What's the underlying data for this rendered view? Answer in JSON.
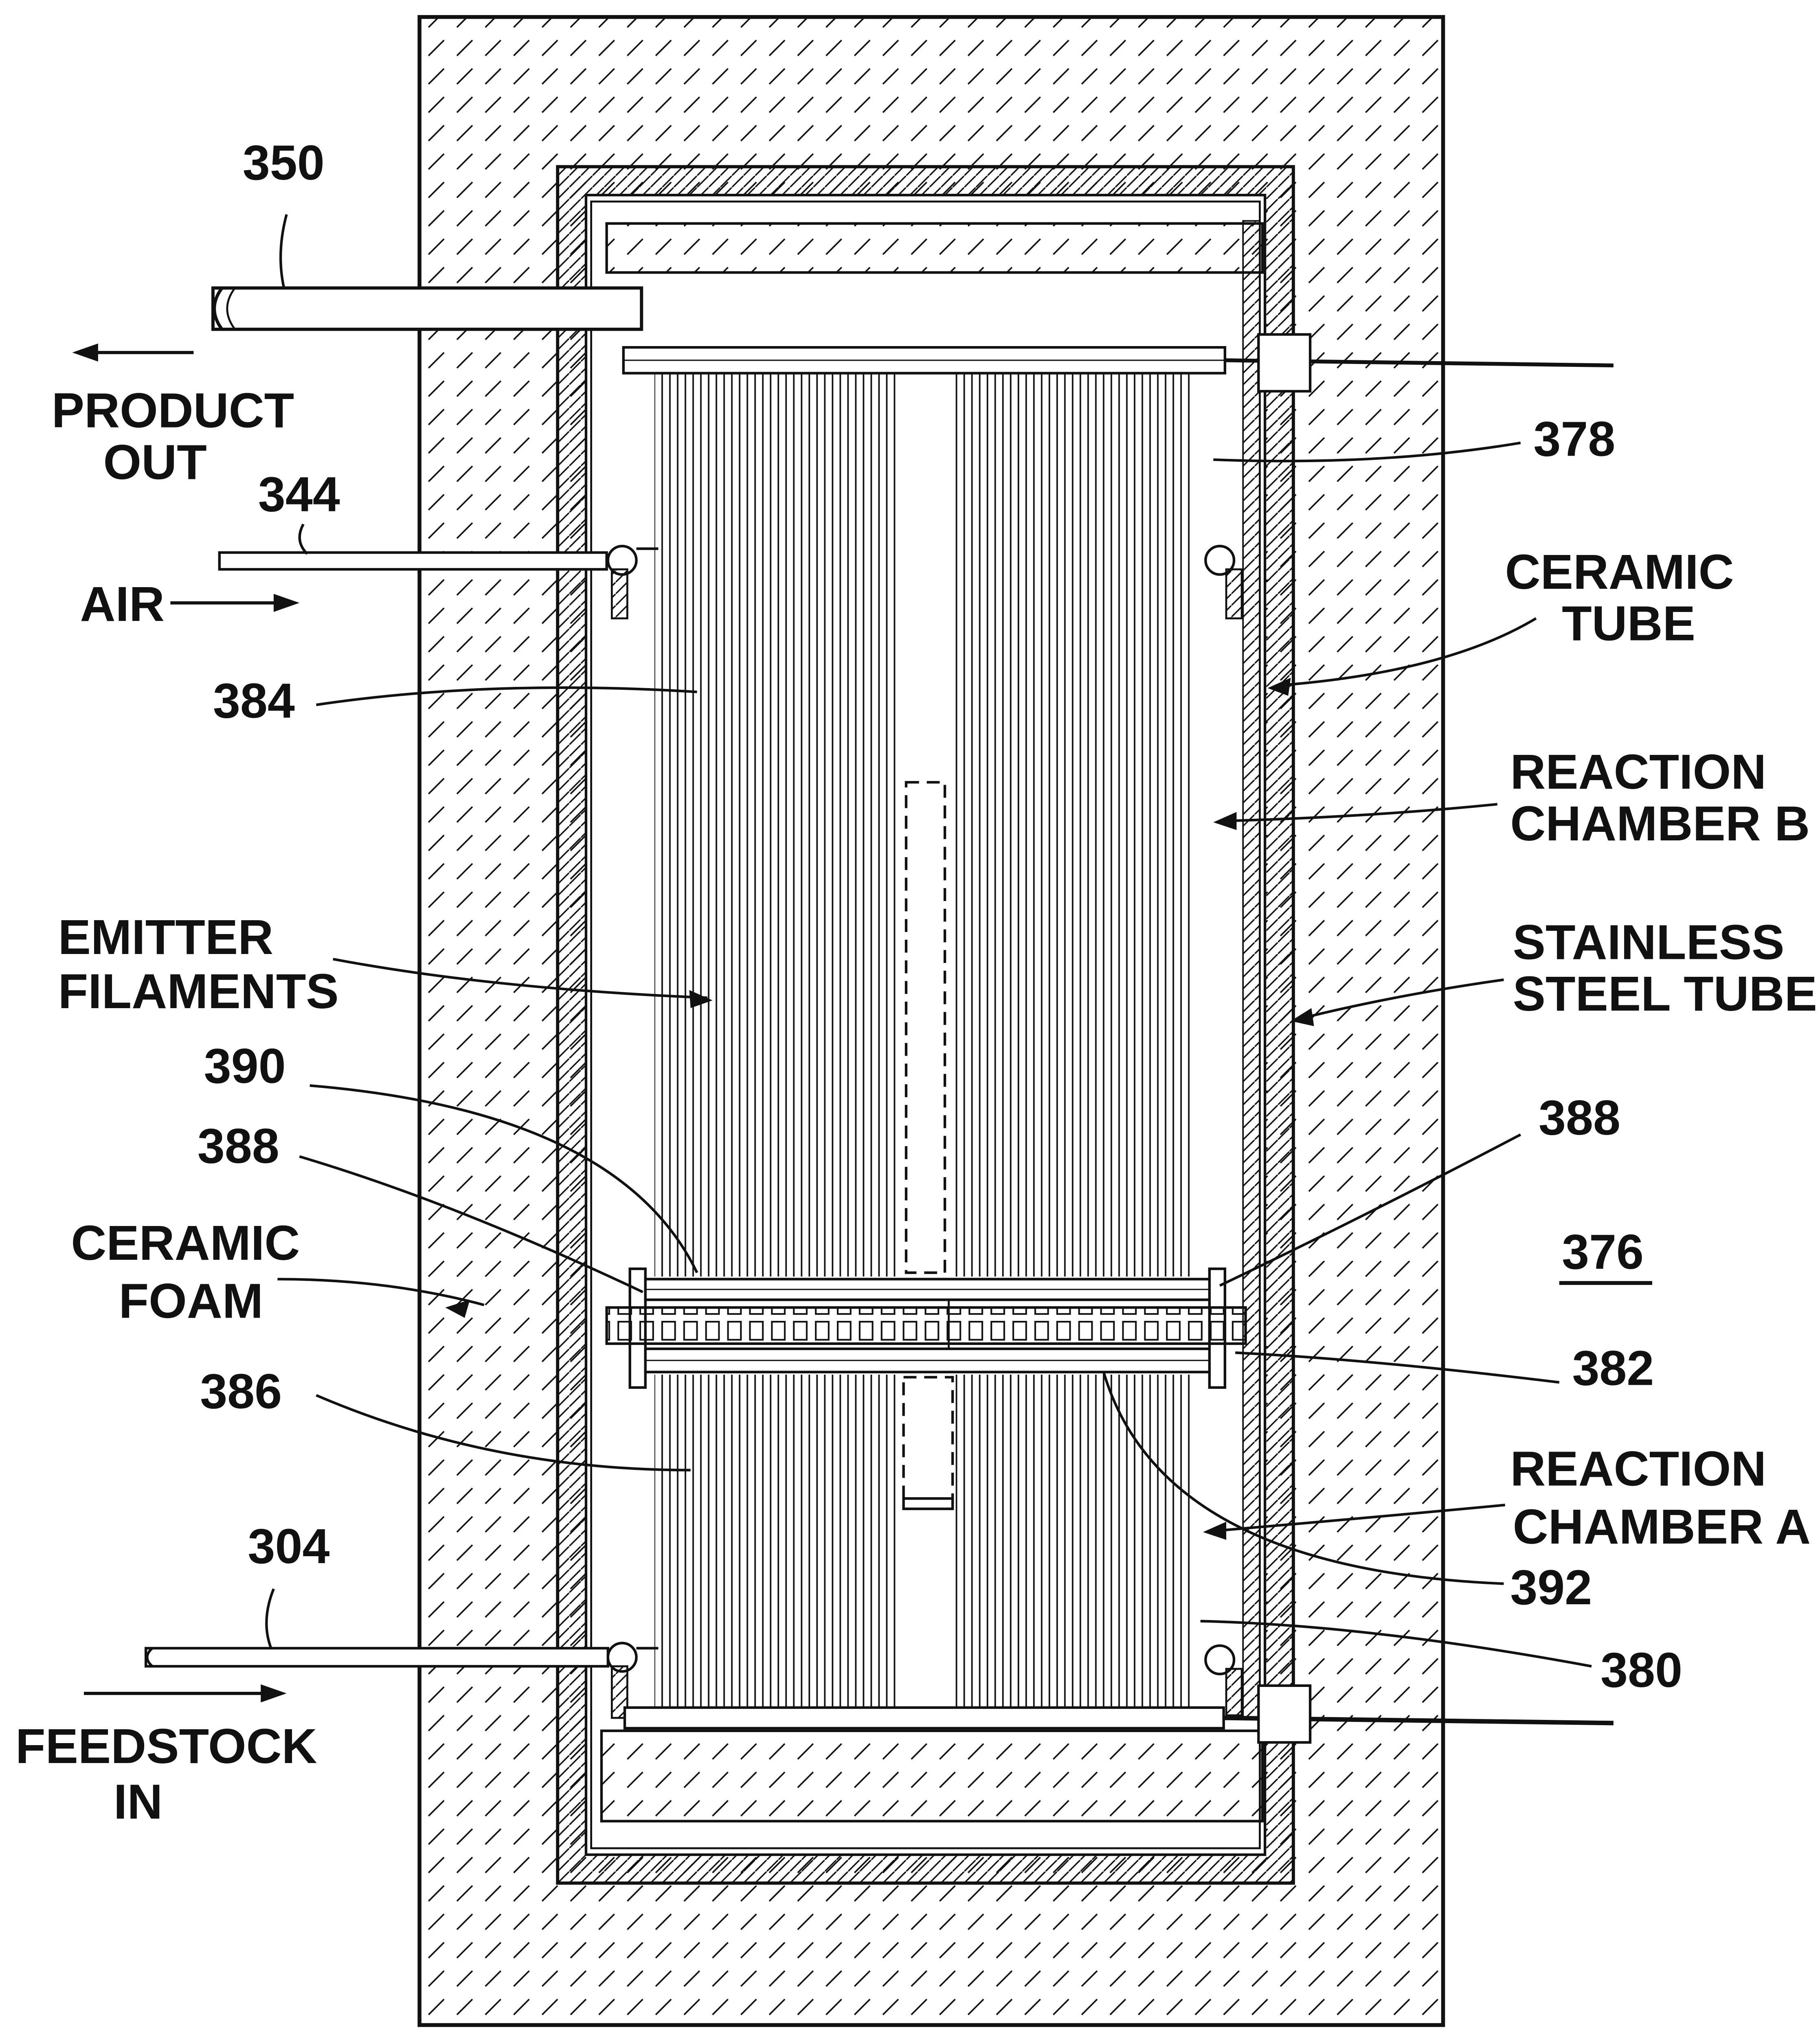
{
  "labels": {
    "product_out_ref": "350",
    "product_out_line1": "PRODUCT",
    "product_out_line2": "OUT",
    "air_ref": "344",
    "air": "AIR",
    "tube_sheet_upper_ref": "378",
    "ceramic_tube_line1": "CERAMIC",
    "ceramic_tube_line2": "TUBE",
    "upper_bundle_ref": "384",
    "reaction_chamber_b_line1": "REACTION",
    "reaction_chamber_b_line2": "CHAMBER B",
    "emitter_filaments_line1": "EMITTER",
    "emitter_filaments_line2": "FILAMENTS",
    "stainless_steel_tube_line1": "STAINLESS",
    "stainless_steel_tube_line2": "STEEL TUBE",
    "ref_390": "390",
    "ref_388_left": "388",
    "ref_388_right": "388",
    "ceramic_foam_line1": "CERAMIC",
    "ceramic_foam_line2": "FOAM",
    "assembly_ref": "376",
    "ref_382": "382",
    "lower_bundle_ref": "386",
    "reaction_chamber_a_line1": "REACTION",
    "reaction_chamber_a_line2": "CHAMBER A",
    "feedstock_ref": "304",
    "ref_392": "392",
    "ref_380": "380",
    "feedstock_in_line1": "FEEDSTOCK",
    "feedstock_in_line2": "IN"
  },
  "colors": {
    "ink": "#111111",
    "paper": "#ffffff"
  }
}
